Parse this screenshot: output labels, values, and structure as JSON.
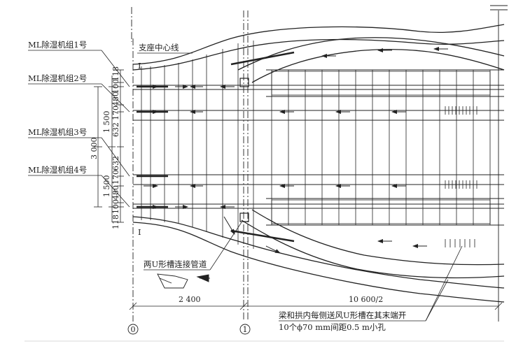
{
  "labels": {
    "unit1": "ML除湿机组1号",
    "unit2": "ML除湿机组2号",
    "unit3": "ML除湿机组3号",
    "unit4": "ML除湿机组4号",
    "support_centerline": "支座中心线",
    "u_connect": "两U形槽连接管道",
    "note_line1": "梁和拱内每侧送风U形槽在其末端开",
    "note_line2": "10个ϕ70 mm间距0.5 m小孔",
    "section_mark_top": "I",
    "section_mark_bottom": "I"
  },
  "dimensions": {
    "span_left": "2 400",
    "span_right": "10 600/2",
    "left_total": "3 000",
    "left_upper": "1 500",
    "left_lower": "1 500",
    "d118_top": "118",
    "d100_top": "100",
    "d480_top": "480",
    "d170_top": "170",
    "d632_top": "632",
    "d632_bot": "632",
    "d170_bot": "170",
    "d480_bot": "480",
    "d100_bot": "100",
    "d118_bot": "118"
  },
  "axes": {
    "axis0": "0",
    "axis1": "1"
  },
  "colors": {
    "line": "#222222",
    "background": "#ffffff"
  }
}
